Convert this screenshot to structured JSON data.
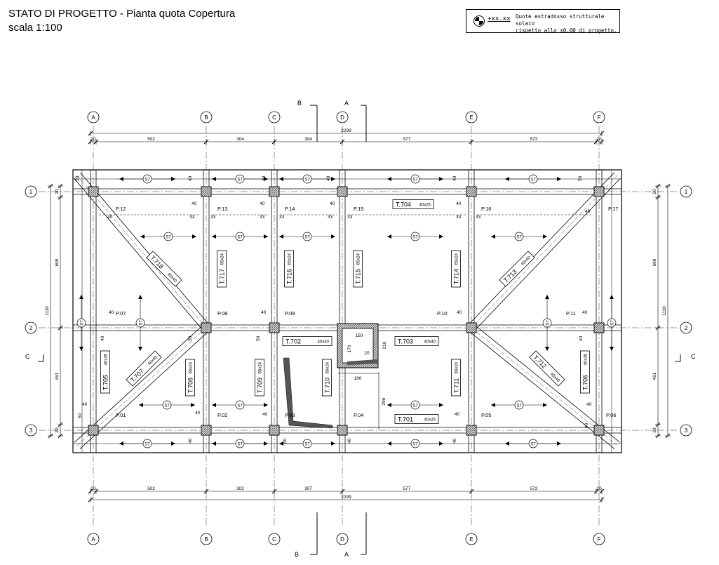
{
  "title": {
    "line1": "STATO DI PROGETTO - Pianta quota Copertura",
    "line2": "scala 1:100"
  },
  "legend": {
    "value": "+xx.xx",
    "note1": "Quote estradosso strutturale solaio",
    "note2": "rispetto allo ±0.00 di progetto."
  },
  "axes_columns": [
    "A",
    "B",
    "C",
    "D",
    "E",
    "F"
  ],
  "axes_rows": [
    "1",
    "2",
    "3"
  ],
  "sections": {
    "A": "A",
    "B": "B",
    "C": "C"
  },
  "dims_top": [
    "20",
    "502",
    "304",
    "304",
    "577",
    "572",
    "20"
  ],
  "dims_bottom": [
    "20",
    "502",
    "302",
    "307",
    "577",
    "572",
    "20"
  ],
  "dim_total": "2299",
  "dims_left": [
    "20",
    "609",
    "461",
    "20"
  ],
  "dim_left_total": "1110",
  "dims_right": [
    "20",
    "609",
    "461",
    "20"
  ],
  "dim_right_total": "1110",
  "pillars": [
    "P.12",
    "P.13",
    "P.14",
    "P.15",
    "P.16",
    "P.17",
    "P.07",
    "P.08",
    "P.09",
    "P.10",
    "P.11",
    "P.01",
    "P.02",
    "P.03",
    "P.04",
    "P.05",
    "P.06"
  ],
  "beams": [
    {
      "label": "T.704",
      "size": "40x25"
    },
    {
      "label": "T.702",
      "size": "40x40"
    },
    {
      "label": "T.703",
      "size": "40x40"
    },
    {
      "label": "T.701",
      "size": "40x25"
    },
    {
      "label": "T.705",
      "size": "40x35"
    },
    {
      "label": "T.706",
      "size": "40x35"
    },
    {
      "label": "T.707",
      "size": "40x40"
    },
    {
      "label": "T.708",
      "size": "65x24"
    },
    {
      "label": "T.709",
      "size": "65x24"
    },
    {
      "label": "T.710",
      "size": "65x24"
    },
    {
      "label": "T.711",
      "size": "65x24"
    },
    {
      "label": "T.712",
      "size": "40x40"
    },
    {
      "label": "T.713",
      "size": "40x40"
    },
    {
      "label": "T.714",
      "size": "65x24"
    },
    {
      "label": "T.715",
      "size": "65x24"
    },
    {
      "label": "T.716",
      "size": "65x24"
    },
    {
      "label": "T.717",
      "size": "65x24"
    },
    {
      "label": "T.718",
      "size": "40x40"
    }
  ],
  "slab_tag": "S7",
  "local_dims": [
    "40",
    "50",
    "33",
    "20",
    "150",
    "170",
    "210",
    "190",
    "296"
  ]
}
